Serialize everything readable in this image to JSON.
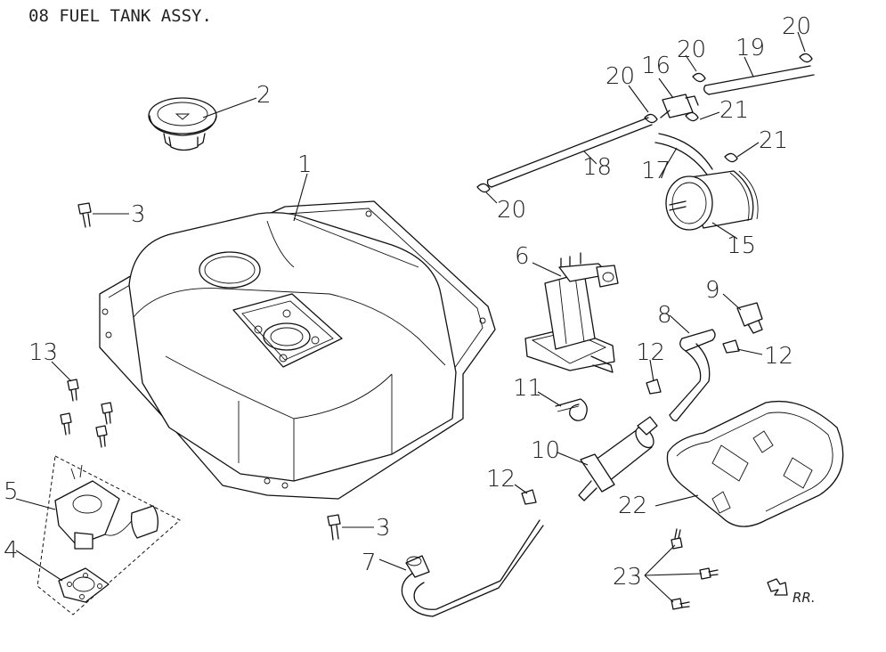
{
  "title": "08  FUEL TANK ASSY.",
  "direction_label": "RR.",
  "callouts": {
    "c1": "1",
    "c2": "2",
    "c3a": "3",
    "c3b": "3",
    "c4": "4",
    "c5": "5",
    "c6": "6",
    "c7": "7",
    "c8": "8",
    "c9": "9",
    "c10": "10",
    "c11": "11",
    "c12a": "12",
    "c12b": "12",
    "c12c": "12",
    "c13": "13",
    "c15": "15",
    "c16": "16",
    "c17": "17",
    "c18": "18",
    "c19": "19",
    "c20a": "20",
    "c20b": "20",
    "c20c": "20",
    "c20d": "20",
    "c21a": "21",
    "c21b": "21",
    "c22": "22",
    "c23": "23"
  }
}
